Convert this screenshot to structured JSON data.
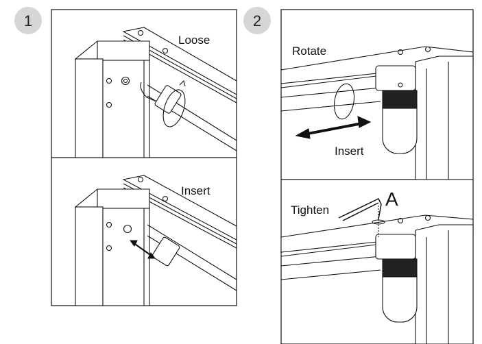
{
  "steps": [
    {
      "number": "1",
      "labels": {
        "top": "Loose",
        "bottom": "Insert"
      }
    },
    {
      "number": "2",
      "labels": {
        "top_left": "Rotate",
        "top_insert": "Insert",
        "bottom": "Tighten",
        "tool": "A"
      }
    }
  ]
}
